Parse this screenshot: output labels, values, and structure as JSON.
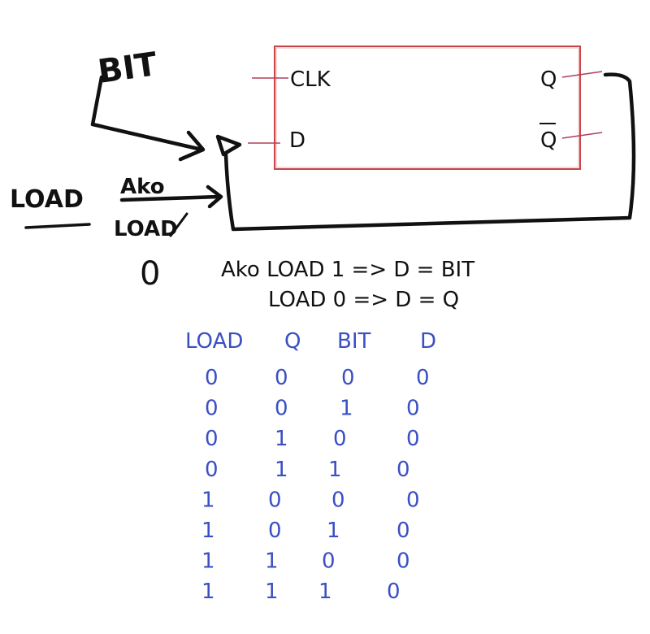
{
  "flipflop": {
    "clk_label": "CLK",
    "d_label": "D",
    "q_label": "Q",
    "qbar_label": "Q"
  },
  "inputs": {
    "bit_label": "BIT",
    "load_label": "LOAD",
    "mux_top_label": "Ako",
    "mux_bottom_label": "LOAD",
    "mux_zero_label": "0"
  },
  "rules": {
    "line1": "Ako LOAD 1 => D = BIT",
    "line2": "LOAD 0 => D = Q"
  },
  "truth_table": {
    "headers": [
      "LOAD",
      "Q",
      "BIT",
      "D"
    ],
    "rows": [
      [
        "0",
        "0",
        "0",
        "0"
      ],
      [
        "0",
        "0",
        "1",
        "0"
      ],
      [
        "0",
        "1",
        "0",
        "0"
      ],
      [
        "0",
        "1",
        "1",
        "0"
      ],
      [
        "1",
        "0",
        "0",
        "0"
      ],
      [
        "1",
        "0",
        "1",
        "0"
      ],
      [
        "1",
        "1",
        "0",
        "0"
      ],
      [
        "1",
        "1",
        "1",
        "0"
      ]
    ]
  },
  "colors": {
    "ink": "#111111",
    "box": "#c8454a",
    "table": "#3a4fc4"
  }
}
